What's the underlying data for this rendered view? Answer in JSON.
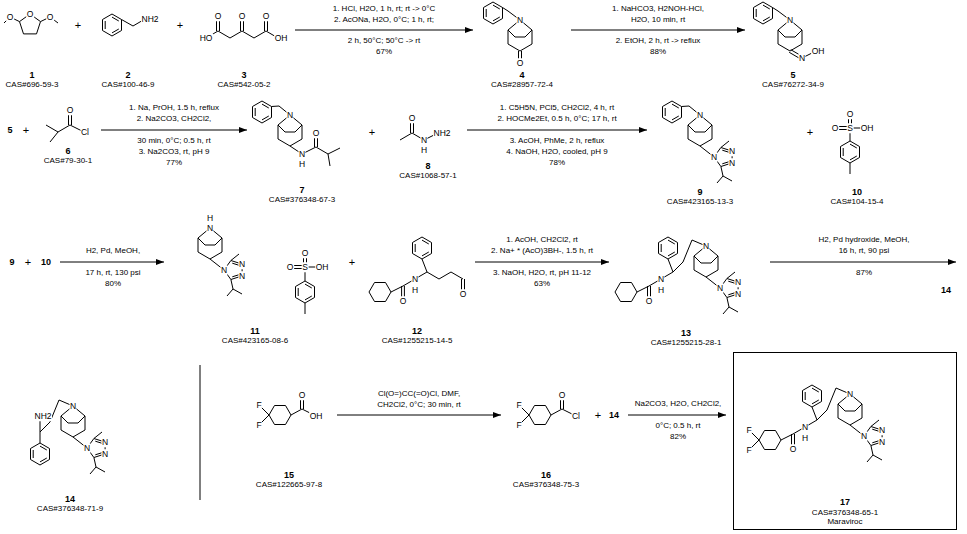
{
  "diagram": {
    "nodes": [
      {
        "text": [
          "1",
          "CAS#696-59-3"
        ]
      },
      {
        "text": [
          "2",
          "CAS#100-46-9"
        ]
      },
      {
        "text": [
          "3",
          "CAS#542-05-2"
        ]
      },
      {
        "text": [
          "4",
          "CAS#28957-72-4"
        ]
      },
      {
        "text": [
          "5",
          "CAS#76272-34-9"
        ]
      },
      {
        "text": [
          "6",
          "CAS#79-30-1"
        ]
      },
      {
        "text": [
          "7",
          "CAS#376348-67-3"
        ]
      },
      {
        "text": [
          "8",
          "CAS#1068-57-1"
        ]
      },
      {
        "text": [
          "9",
          "CAS#423165-13-3"
        ]
      },
      {
        "text": [
          "10",
          "CAS#104-15-4"
        ]
      },
      {
        "text": [
          "11",
          "CAS#423165-08-6"
        ]
      },
      {
        "text": [
          "12",
          "CAS#1255215-14-5"
        ]
      },
      {
        "text": [
          "13",
          "CAS#1255215-28-1"
        ]
      },
      {
        "text": [
          "14",
          "CAS#376348-71-9"
        ]
      },
      {
        "text": [
          "15",
          "CAS#122665-97-8"
        ]
      },
      {
        "text": [
          "16",
          "CAS#376348-75-3"
        ]
      },
      {
        "text": [
          "17",
          "CAS#376348-65-1",
          "Maraviroc"
        ]
      }
    ],
    "edges": [
      {
        "from": 2,
        "to": 3,
        "arrow": "to"
      },
      {
        "from": 3,
        "to": 4,
        "arrow": "to"
      },
      {
        "from": 5,
        "to": 6,
        "arrow": "to"
      },
      {
        "from": 7,
        "to": 8,
        "arrow": "to"
      },
      {
        "from": 11,
        "to": 12,
        "arrow": "to"
      },
      {
        "from": 14,
        "to": 15,
        "arrow": "to"
      }
    ],
    "labels": [
      "O",
      "O",
      "O",
      "+",
      "NH2",
      "+",
      "HO",
      "O",
      "O",
      "O",
      "OH",
      "1. HCl, H2O, 1 h, rt; rt -> 0°C",
      "2. AcONa, H2O, 0°C; 1 h, rt;",
      "2 h, 50°C; 50°C -> rt",
      "67%",
      "N",
      "O",
      "1. NaHCO3, H2NOH-HCl,",
      "H2O, 10 min, rt",
      "2. EtOH, 2 h, rt -> reflux",
      "88%",
      "N",
      "N",
      "OH",
      "5",
      "+",
      "O",
      "Cl",
      "1. Na, PrOH, 1.5 h, reflux",
      "2. Na2CO3, CH2Cl2,",
      "30 min, 0°C; 0.5 h, rt",
      "3. Na2CO3, rt, pH 9",
      "77%",
      "N",
      "N",
      "H",
      "O",
      "+",
      "O",
      "N",
      "H",
      "NH2",
      "1. C5H5N, PCl5, CH2Cl2, 4 h, rt",
      "2. HOCMe2Et, 0.5 h, 0°C; 17 h, rt",
      "3. AcOH, PhMe, 2 h, reflux",
      "4. NaOH, H2O, cooled, pH 9",
      "78%",
      "N",
      "N",
      "N",
      "N",
      "+",
      "S",
      "O",
      "O",
      "OH",
      "9",
      "+",
      "10",
      "H2, Pd, MeOH,",
      "17 h, rt, 130 psi",
      "80%",
      "H",
      "N",
      "N",
      "N",
      "N",
      "S",
      "O",
      "O",
      "OH",
      "+",
      "O",
      "N",
      "H",
      "O",
      "1. AcOH, CH2Cl2, rt",
      "2. Na+ * (AcO)3BH-, 1.5 h, rt",
      "3. NaOH, H2O, rt, pH 11-12",
      "63%",
      "O",
      "N",
      "H",
      "N",
      "N",
      "N",
      "N",
      "H2, Pd hydroxide, MeOH,",
      "16 h, rt, 90 psi",
      "87%",
      "14",
      "NH2",
      "N",
      "N",
      "N",
      "N",
      "F",
      "F",
      "O",
      "OH",
      "Cl(O=)CC(=O)Cl, DMF,",
      "CH2Cl2, 0°C; 30 min, rt",
      "F",
      "F",
      "O",
      "Cl",
      "+",
      "14",
      "Na2CO3, H2O, CH2Cl2,",
      "0°C; 0.5 h, rt",
      "82%",
      "F",
      "F",
      "O",
      "N",
      "H",
      "N",
      "N",
      "N",
      "N"
    ]
  }
}
